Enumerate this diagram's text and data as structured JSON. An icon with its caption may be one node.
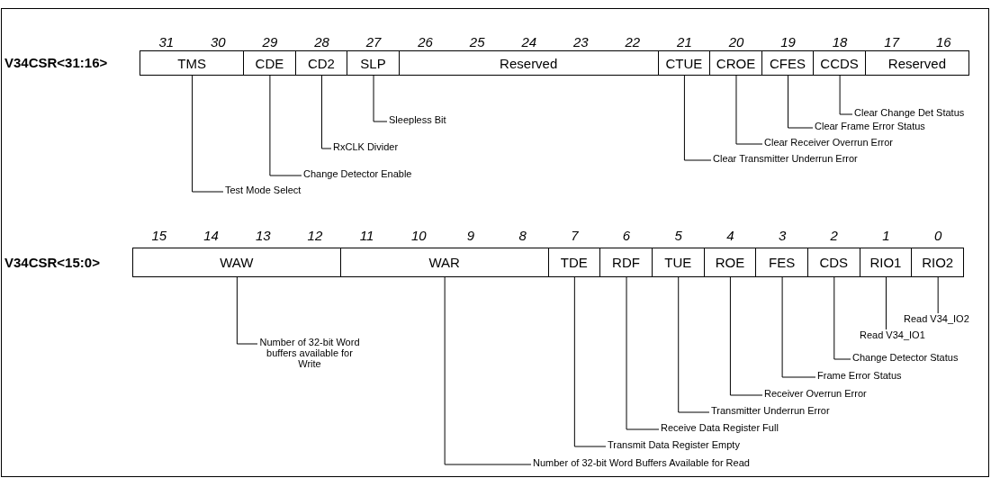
{
  "diagram": {
    "nodes": [
      {
        "text": [
          "TMS"
        ]
      },
      {
        "text": [
          "CDE"
        ]
      },
      {
        "text": [
          "CD2"
        ]
      },
      {
        "text": [
          "SLP"
        ]
      },
      {
        "text": [
          "Reserved"
        ]
      },
      {
        "text": [
          "CTUE"
        ]
      },
      {
        "text": [
          "CROE"
        ]
      },
      {
        "text": [
          "CFES"
        ]
      },
      {
        "text": [
          "CCDS"
        ]
      },
      {
        "text": [
          "Reserved"
        ]
      },
      {
        "text": [
          "Sleepless Bit"
        ]
      },
      {
        "text": [
          "RxCLK Divider"
        ]
      },
      {
        "text": [
          "Change Detector Enable"
        ]
      },
      {
        "text": [
          "Test Mode Select"
        ]
      },
      {
        "text": [
          "Clear Transmitter Underrun Error"
        ]
      },
      {
        "text": [
          "Clear Receiver Overrun Error"
        ]
      },
      {
        "text": [
          "Clear Frame Error Status"
        ]
      },
      {
        "text": [
          "Clear Change Det Status"
        ]
      },
      {
        "text": [
          "WAW"
        ]
      },
      {
        "text": [
          "WAR"
        ]
      },
      {
        "text": [
          "TDE"
        ]
      },
      {
        "text": [
          "RDF"
        ]
      },
      {
        "text": [
          "TUE"
        ]
      },
      {
        "text": [
          "ROE"
        ]
      },
      {
        "text": [
          "FES"
        ]
      },
      {
        "text": [
          "CDS"
        ]
      },
      {
        "text": [
          "RIO1"
        ]
      },
      {
        "text": [
          "RIO2"
        ]
      },
      {
        "text": [
          "Number of 32-bit Word buffers available for Write"
        ]
      },
      {
        "text": [
          "Read V34_IO2"
        ]
      },
      {
        "text": [
          "Read V34_IO1"
        ]
      },
      {
        "text": [
          "Change Detector Status"
        ]
      },
      {
        "text": [
          "Frame Error Status"
        ]
      },
      {
        "text": [
          "Receiver Overrun Error"
        ]
      },
      {
        "text": [
          "Transmitter Underrun Error"
        ]
      },
      {
        "text": [
          "Receive Data Register Full"
        ]
      },
      {
        "text": [
          "Transmit Data Register Empty"
        ]
      },
      {
        "text": [
          "Number of 32-bit Word Buffers Available for Read"
        ]
      }
    ],
    "edges": [
      {
        "from": 0,
        "to": 13,
        "arrow": "none"
      },
      {
        "from": 1,
        "to": 12,
        "arrow": "none"
      },
      {
        "from": 2,
        "to": 11,
        "arrow": "none"
      },
      {
        "from": 3,
        "to": 10,
        "arrow": "none"
      },
      {
        "from": 5,
        "to": 14,
        "arrow": "none"
      },
      {
        "from": 6,
        "to": 15,
        "arrow": "none"
      },
      {
        "from": 7,
        "to": 16,
        "arrow": "none"
      },
      {
        "from": 8,
        "to": 17,
        "arrow": "none"
      },
      {
        "from": 18,
        "to": 28,
        "arrow": "none"
      },
      {
        "from": 19,
        "to": 37,
        "arrow": "none"
      },
      {
        "from": 20,
        "to": 36,
        "arrow": "none"
      },
      {
        "from": 21,
        "to": 35,
        "arrow": "none"
      },
      {
        "from": 22,
        "to": 34,
        "arrow": "none"
      },
      {
        "from": 23,
        "to": 33,
        "arrow": "none"
      },
      {
        "from": 24,
        "to": 32,
        "arrow": "none"
      },
      {
        "from": 25,
        "to": 31,
        "arrow": "none"
      },
      {
        "from": 26,
        "to": 30,
        "arrow": "none"
      },
      {
        "from": 27,
        "to": 29,
        "arrow": "none"
      }
    ],
    "labels": [
      "V34CSR<31:16>",
      "31",
      "30",
      "29",
      "28",
      "27",
      "26",
      "25",
      "24",
      "23",
      "22",
      "21",
      "20",
      "19",
      "18",
      "17",
      "16",
      "V34CSR<15:0>",
      "15",
      "14",
      "13",
      "12",
      "11",
      "10",
      "9",
      "8",
      "7",
      "6",
      "5",
      "4",
      "3",
      "2",
      "1",
      "0"
    ]
  }
}
